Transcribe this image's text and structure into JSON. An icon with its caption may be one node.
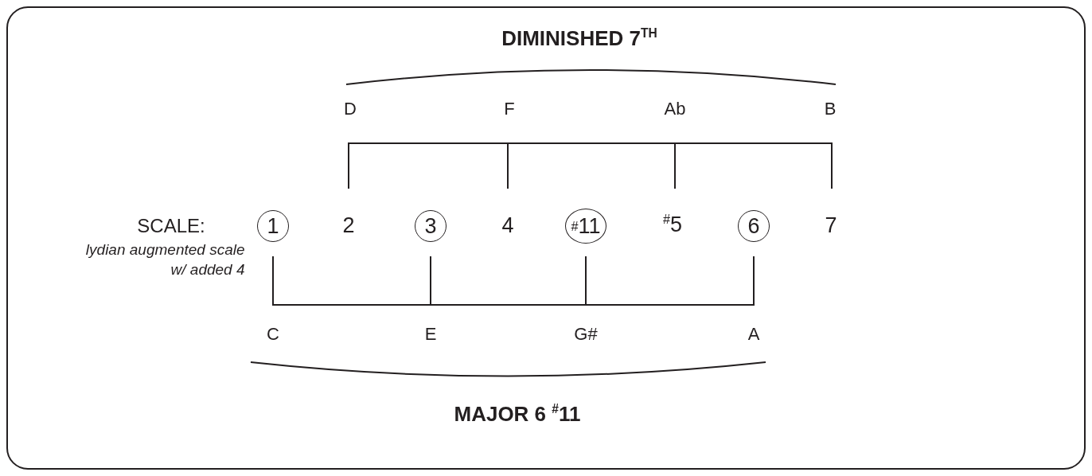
{
  "diagram": {
    "nodes": [
      {
        "text": [
          "1"
        ]
      },
      {
        "text": [
          "3"
        ]
      },
      {
        "text": [
          "$^{#}$11"
        ]
      },
      {
        "text": [
          "6"
        ]
      }
    ],
    "labels": [
      "DIMINISHED 7$^{TH}$",
      "D",
      "F",
      "Ab",
      "B",
      "SCALE:",
      "2",
      "4",
      "$^{#}$5",
      "7",
      "lydian augmented scale w/ added 4",
      "C",
      "E",
      "G#",
      "A",
      "MAJOR 6 $^{#}$11"
    ]
  }
}
